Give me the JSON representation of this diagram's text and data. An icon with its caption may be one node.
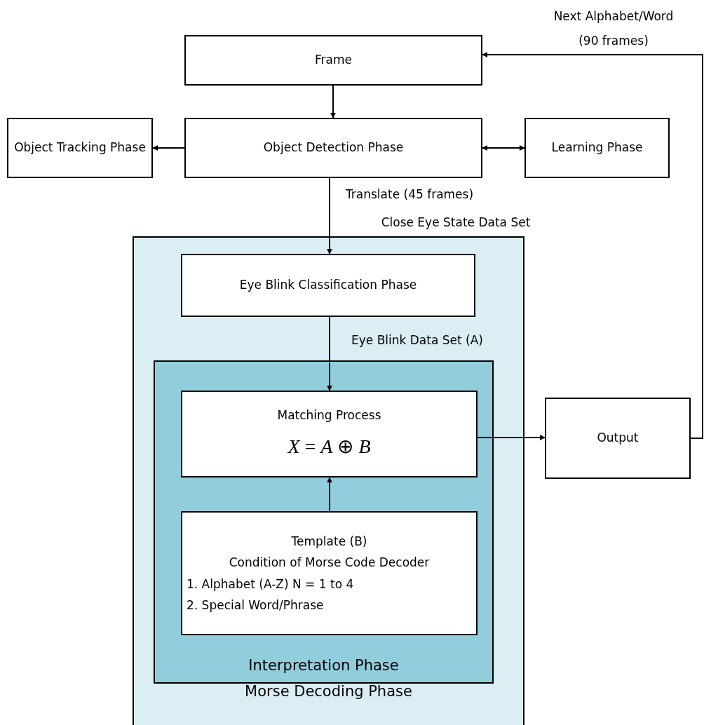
{
  "diagram": {
    "nodes": [
      {
        "text": [
          "Frame"
        ]
      },
      {
        "text": [
          "Object Tracking Phase"
        ]
      },
      {
        "text": [
          "Object Detection Phase"
        ]
      },
      {
        "text": [
          "Learning Phase"
        ]
      },
      {
        "text": [
          "Morse Decoding Phase"
        ]
      },
      {
        "text": [
          "Eye Blink Classification Phase"
        ],
        "in": 4
      },
      {
        "text": [
          "Interpretation Phase"
        ],
        "in": 4
      },
      {
        "text": [
          "Matching Process",
          "*X* = *A* ⊕ *B*"
        ],
        "in": 6
      },
      {
        "text": [
          "Template (B)",
          "Condition of Morse Code Decoder",
          "1. Alphabet (A-Z) N = 1 to 4",
          "2. Special Word/Phrase"
        ],
        "in": 6
      },
      {
        "text": [
          "Output"
        ]
      }
    ],
    "edges": [
      {
        "from": 0,
        "to": 2,
        "arrow": "to"
      },
      {
        "from": 2,
        "to": 1,
        "arrow": "to"
      },
      {
        "from": 2,
        "to": 3,
        "arrow": "both"
      },
      {
        "from": 2,
        "to": 5,
        "arrow": "to",
        "label": "Translate (45 frames)"
      },
      {
        "from": 5,
        "to": 7,
        "arrow": "to",
        "label": "Eye Blink Data Set (A)"
      },
      {
        "from": 8,
        "to": 7,
        "arrow": "to"
      },
      {
        "from": 7,
        "to": 9,
        "arrow": "to"
      },
      {
        "from": 9,
        "to": 0,
        "arrow": "to",
        "label": "Next Alphabet/Word (90 frames)"
      }
    ],
    "labels": [
      "Close Eye State Data Set"
    ]
  }
}
